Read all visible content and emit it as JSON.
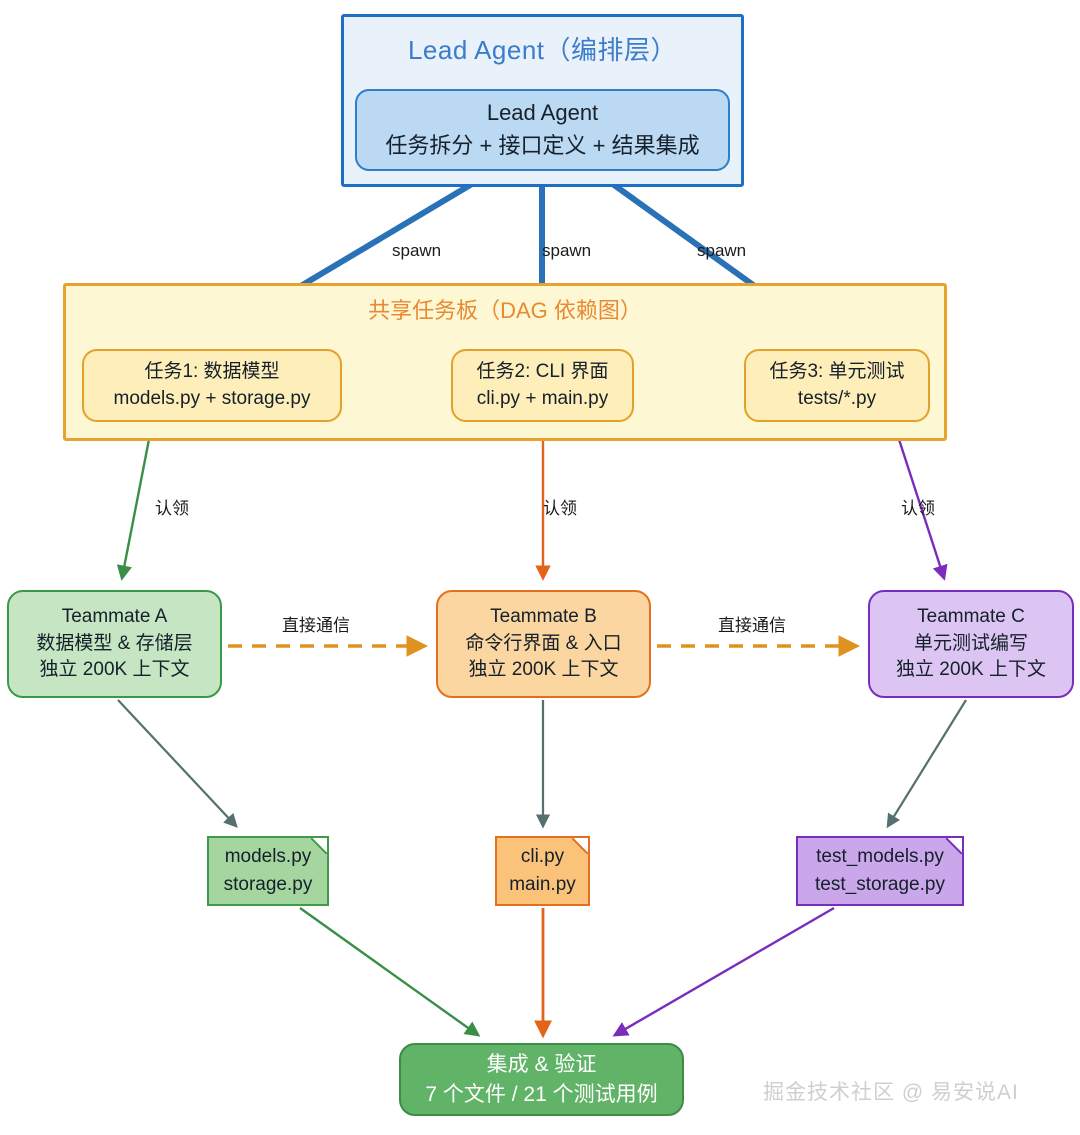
{
  "diagram": {
    "lead_container": {
      "title": "Lead Agent（编排层）",
      "box_line1": "Lead Agent",
      "box_line2": "任务拆分 + 接口定义 + 结果集成"
    },
    "board": {
      "title": "共享任务板（DAG 依赖图）",
      "tasks": [
        {
          "line1": "任务1: 数据模型",
          "line2": "models.py + storage.py"
        },
        {
          "line1": "任务2: CLI 界面",
          "line2": "cli.py + main.py"
        },
        {
          "line1": "任务3: 单元测试",
          "line2": "tests/*.py"
        }
      ]
    },
    "teammates": [
      {
        "line1": "Teammate A",
        "line2": "数据模型 & 存储层",
        "line3": "独立 200K 上下文",
        "color": "#3a9949"
      },
      {
        "line1": "Teammate B",
        "line2": "命令行界面 & 入口",
        "line3": "独立 200K 上下文",
        "color": "#e4701f"
      },
      {
        "line1": "Teammate C",
        "line2": "单元测试编写",
        "line3": "独立 200K 上下文",
        "color": "#7a2dbd"
      }
    ],
    "files": [
      {
        "line1": "models.py",
        "line2": "storage.py",
        "color": "#3f9b4b"
      },
      {
        "line1": "cli.py",
        "line2": "main.py",
        "color": "#e4701f"
      },
      {
        "line1": "test_models.py",
        "line2": "test_storage.py",
        "color": "#7a2dbd"
      }
    ],
    "integration": {
      "line1": "集成 & 验证",
      "line2": "7 个文件 / 21 个测试用例"
    },
    "edge_labels": {
      "spawn_1": "spawn",
      "spawn_2": "spawn",
      "spawn_3": "spawn",
      "claim_1": "认领",
      "claim_2": "认领",
      "claim_3": "认领",
      "direct_comm_1": "直接通信",
      "direct_comm_2": "直接通信"
    },
    "watermark": "掘金技术社区 @ 易安说AI",
    "colors": {
      "lead_border": "#1f6fc4",
      "lead_fill": "#e9f1fb",
      "lead_inner_fill": "#bcd9f3",
      "board_border": "#e8a32e",
      "board_fill": "#fdf7d4",
      "task_fill": "#fdeeba",
      "spawn_arrow": "#2a72b8",
      "green": "#3a9949",
      "orange": "#e4701f",
      "purple": "#7a2dbd",
      "gray_arrow": "#55706e",
      "integration_fill": "#61b368"
    }
  }
}
